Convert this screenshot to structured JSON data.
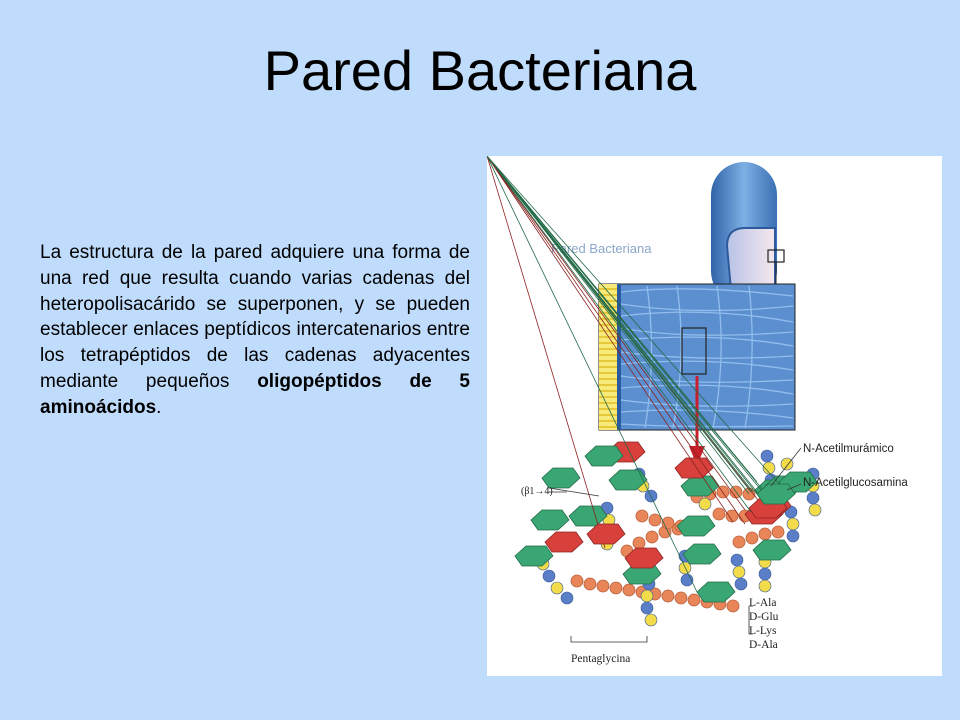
{
  "slide": {
    "title": "Pared Bacteriana",
    "paragraph": "La estructura de la pared adquiere una forma de una red que resulta cuando varias cadenas del heteropolisacárido se superponen, y se pueden establecer enlaces peptídicos intercatenarios entre los tetrapéptidos de las cadenas adyacentes mediante pequeños",
    "paragraph_bold": "oligopéptidos de 5 aminoácidos",
    "paragraph_end": "."
  },
  "figure": {
    "label_wall": "Pared Bacteriana",
    "label_nam": "N-Acetilmurámico",
    "label_nag": "N-Acetilglucosamina",
    "label_bond": "(β1→4)",
    "label_pentaglycine": "Pentaglycina",
    "aa_ala1": "L-Ala",
    "aa_glu": "D-Glu",
    "aa_lys": "L-Lys",
    "aa_ala2": "D-Ala",
    "colors": {
      "nag_green": "#3aa673",
      "nam_red": "#d8403c",
      "glycine_orange": "#e8865a",
      "aa_blue": "#5a7fc8",
      "aa_yellow": "#f2dc4a",
      "cell_blue": "#4f86c9",
      "arrow_red": "#c8202a"
    }
  }
}
